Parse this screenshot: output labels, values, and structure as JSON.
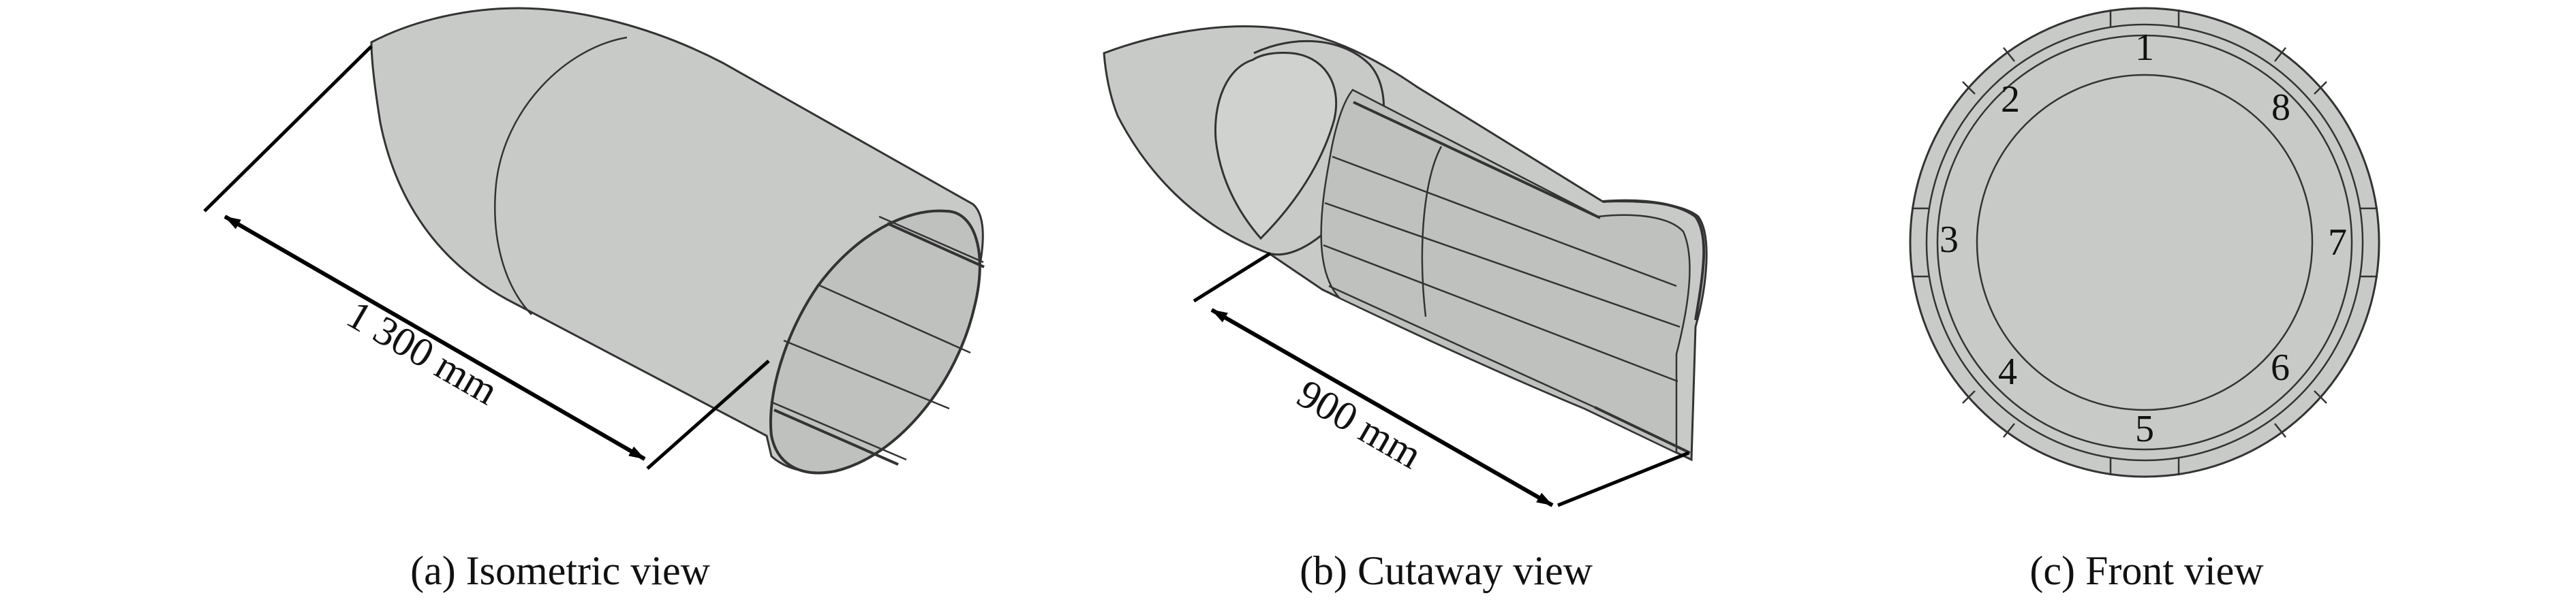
{
  "panels": [
    {
      "caption": "(a) Isometric view",
      "dimension_label": "1 300 mm"
    },
    {
      "caption": "(b) Cutaway view",
      "dimension_label": "900 mm"
    },
    {
      "caption": "(c) Front view",
      "segment_numbers": [
        "1",
        "2",
        "3",
        "4",
        "5",
        "6",
        "7",
        "8"
      ]
    }
  ],
  "colors": {
    "body_fill": "#c8cac8",
    "body_fill_light": "#d0d2d0",
    "interior_fill": "#bfc1bf",
    "edge": "#333333",
    "dimension_line": "#000000",
    "text": "#111111",
    "background": "#ffffff"
  }
}
